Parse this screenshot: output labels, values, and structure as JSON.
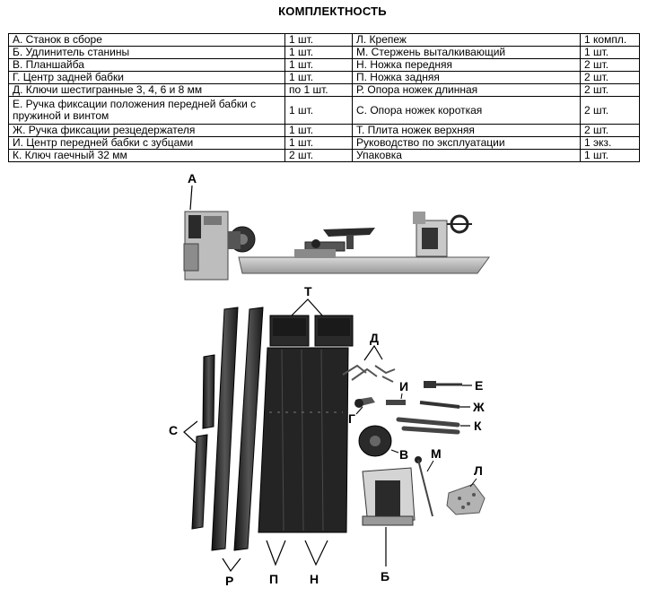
{
  "title": "КОМПЛЕКТНОСТЬ",
  "rows": [
    {
      "item1": "А. Станок в сборе",
      "qty1": "1 шт.",
      "item2": "Л. Крепеж",
      "qty2": "1 компл."
    },
    {
      "item1": "Б. Удлинитель станины",
      "qty1": "1 шт.",
      "item2": "М. Стержень выталкивающий",
      "qty2": "1 шт."
    },
    {
      "item1": "В. Планшайба",
      "qty1": "1 шт.",
      "item2": "Н. Ножка передняя",
      "qty2": "2 шт."
    },
    {
      "item1": "Г. Центр задней бабки",
      "qty1": "1 шт.",
      "item2": "П. Ножка задняя",
      "qty2": "2 шт."
    },
    {
      "item1": "Д. Ключи шестигранные 3, 4, 6 и 8 мм",
      "qty1": "по 1 шт.",
      "item2": "Р. Опора ножек длинная",
      "qty2": "2 шт."
    },
    {
      "item1": "Е. Ручка фиксации положения передней бабки с пружиной и винтом",
      "qty1": "1 шт.",
      "item2": "С. Опора ножек короткая",
      "qty2": "2 шт."
    },
    {
      "item1": "Ж. Ручка фиксации резцедержателя",
      "qty1": "1 шт.",
      "item2": "Т. Плита ножек верхняя",
      "qty2": "2 шт."
    },
    {
      "item1": "И. Центр передней бабки с зубцами",
      "qty1": "1 шт.",
      "item2": "Руководство по эксплуатации",
      "qty2": "1 экз."
    },
    {
      "item1": "К. Ключ гаечный 32 мм",
      "qty1": "2 шт.",
      "item2": "Упаковка",
      "qty2": "1 шт."
    }
  ],
  "labels": {
    "A": "А",
    "T": "Т",
    "D": "Д",
    "E": "Е",
    "I": "И",
    "ZH": "Ж",
    "G": "Г",
    "K": "К",
    "S": "С",
    "V": "В",
    "M": "М",
    "L": "Л",
    "R": "Р",
    "P": "П",
    "N": "Н",
    "B": "Б"
  }
}
